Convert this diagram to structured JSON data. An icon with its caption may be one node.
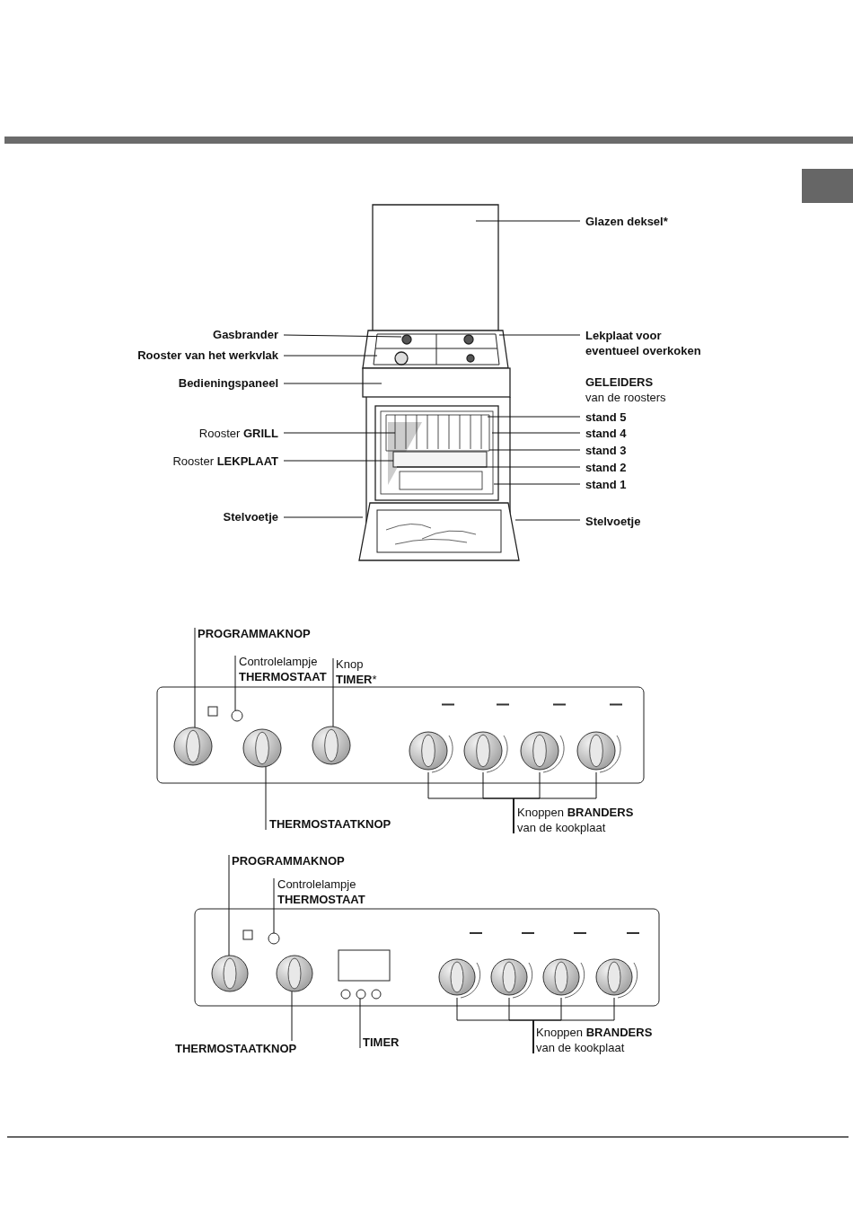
{
  "diagram": {
    "nodes": [
      {
        "text": [
          "Glazen deksel*"
        ]
      },
      {
        "text": [
          "Gasbrander"
        ]
      },
      {
        "text": [
          "Rooster van het werkvlak"
        ]
      },
      {
        "text": [
          "Lekplaat voor eventueel overkoken"
        ]
      },
      {
        "text": [
          "Bedieningspaneel"
        ]
      },
      {
        "text": [
          "stand 5"
        ]
      },
      {
        "text": [
          "stand 4"
        ]
      },
      {
        "text": [
          "stand 3"
        ]
      },
      {
        "text": [
          "stand 2"
        ]
      },
      {
        "text": [
          "stand 1"
        ]
      },
      {
        "text": [
          "Rooster **GRILL**"
        ]
      },
      {
        "text": [
          "Rooster **LEKPLAAT**"
        ]
      },
      {
        "text": [
          "Stelvoetje"
        ]
      },
      {
        "text": [
          "Stelvoetje"
        ]
      },
      {
        "text": [
          "PROGRAMMAKNOP"
        ]
      },
      {
        "text": [
          "Controlelampje **THERMOSTAAT**"
        ]
      },
      {
        "text": [
          "Knop **TIMER***"
        ]
      },
      {
        "text": [
          "THERMOSTAATKNOP"
        ]
      },
      {
        "text": [
          "Knoppen **BRANDERS** van de kookplaat"
        ]
      },
      {
        "text": [
          "PROGRAMMAKNOP"
        ]
      },
      {
        "text": [
          "Controlelampje **THERMOSTAAT**"
        ]
      },
      {
        "text": [
          "THERMOSTAATKNOP"
        ]
      },
      {
        "text": [
          "TIMER"
        ]
      },
      {
        "text": [
          "Knoppen **BRANDERS** van de kookplaat"
        ]
      },
      {
        "text": [],
        "shape": "circle"
      },
      {
        "text": [],
        "shape": "circle"
      },
      {
        "text": [],
        "shape": "circle"
      },
      {
        "text": [],
        "shape": "circle"
      },
      {
        "text": [],
        "shape": "circle"
      },
      {
        "text": [],
        "shape": "circle"
      },
      {
        "text": [],
        "shape": "circle"
      },
      {
        "text": [],
        "shape": "circle"
      },
      {
        "text": [],
        "shape": "circle"
      },
      {
        "text": [],
        "shape": "circle"
      },
      {
        "text": [],
        "shape": "circle"
      },
      {
        "text": [],
        "shape": "circle"
      },
      {
        "text": [],
        "shape": "circle"
      },
      {
        "text": [],
        "shape": "circle"
      },
      {
        "text": [],
        "shape": "circle"
      },
      {
        "text": [],
        "shape": "circle"
      }
    ],
    "edges": [
      {
        "from": 0,
        "to": null,
        "arrow": "none"
      },
      {
        "from": 1,
        "to": null,
        "arrow": "none"
      },
      {
        "from": 2,
        "to": null,
        "arrow": "none"
      },
      {
        "from": 3,
        "to": null,
        "arrow": "none"
      },
      {
        "from": 4,
        "to": null,
        "arrow": "none"
      },
      {
        "from": 5,
        "to": null,
        "arrow": "none"
      },
      {
        "from": 6,
        "to": null,
        "arrow": "none"
      },
      {
        "from": 7,
        "to": null,
        "arrow": "none"
      },
      {
        "from": 8,
        "to": null,
        "arrow": "none"
      },
      {
        "from": 9,
        "to": null,
        "arrow": "none"
      },
      {
        "from": 10,
        "to": null,
        "arrow": "none"
      },
      {
        "from": 11,
        "to": null,
        "arrow": "none"
      },
      {
        "from": 12,
        "to": null,
        "arrow": "none"
      },
      {
        "from": 13,
        "to": null,
        "arrow": "none"
      },
      {
        "from": 14,
        "to": 24,
        "arrow": "none"
      },
      {
        "from": 15,
        "to": 25,
        "arrow": "none"
      },
      {
        "from": 16,
        "to": 27,
        "arrow": "none"
      },
      {
        "from": 17,
        "to": 26,
        "arrow": "none"
      },
      {
        "from": 18,
        "to": 28,
        "arrow": "none"
      },
      {
        "from": 18,
        "to": 29,
        "arrow": "none"
      },
      {
        "from": 18,
        "to": 30,
        "arrow": "none"
      },
      {
        "from": 18,
        "to": 31,
        "arrow": "none"
      },
      {
        "from": 19,
        "to": 32,
        "arrow": "none"
      },
      {
        "from": 20,
        "to": 33,
        "arrow": "none"
      },
      {
        "from": 21,
        "to": 34,
        "arrow": "none"
      },
      {
        "from": 22,
        "to": 35,
        "arrow": "none"
      },
      {
        "from": 23,
        "to": 36,
        "arrow": "none"
      },
      {
        "from": 23,
        "to": 37,
        "arrow": "none"
      },
      {
        "from": 23,
        "to": 38,
        "arrow": "none"
      },
      {
        "from": 23,
        "to": 39,
        "arrow": "none"
      }
    ],
    "labels": [
      "**GELEIDERS** van de roosters"
    ]
  }
}
